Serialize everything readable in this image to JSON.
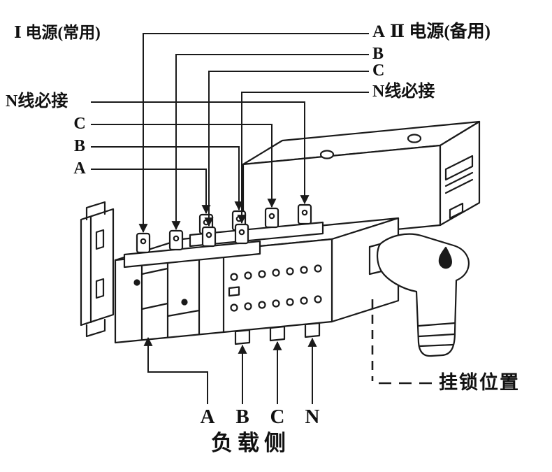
{
  "colors": {
    "ink": "#1a1a1a",
    "background": "#ffffff"
  },
  "source1": {
    "title": "Ⅰ 电源(常用)",
    "terminals": [
      "N线必接",
      "C",
      "B",
      "A"
    ]
  },
  "source2": {
    "terminal_a": "A",
    "title": "Ⅱ 电源(备用)",
    "terminals": [
      "B",
      "C",
      "N线必接"
    ]
  },
  "load": {
    "terminals": [
      "A",
      "B",
      "C",
      "N"
    ],
    "label": "负载侧"
  },
  "padlock_label": "挂锁位置"
}
